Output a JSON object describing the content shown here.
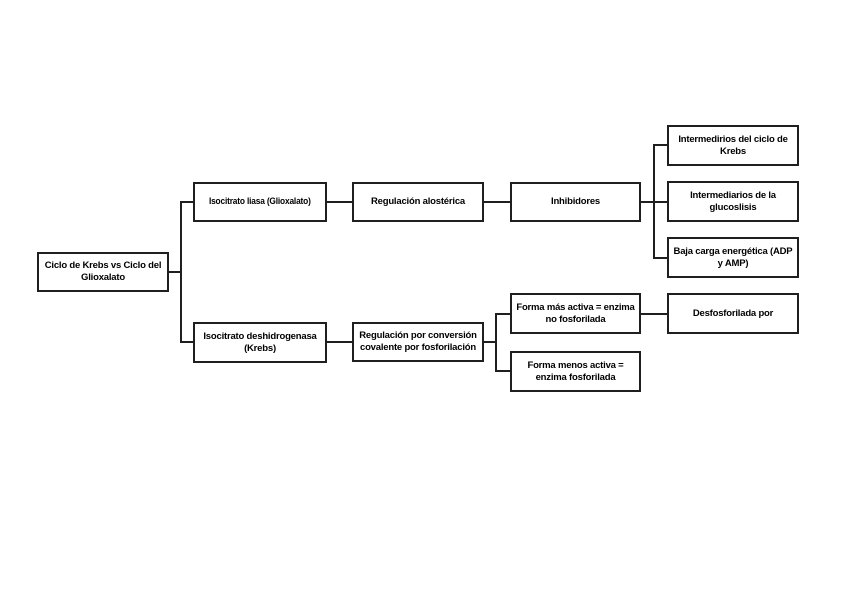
{
  "page": {
    "background_color": "#ffffff"
  },
  "diagram": {
    "type": "flowchart",
    "direction": "left-to-right",
    "colors": {
      "node_fill": "#ffffff",
      "node_border": "#1f1f1f",
      "text": "#000000",
      "connector": "#1f1f1f"
    },
    "nodes": {
      "root": {
        "label": "Ciclo de Krebs vs Ciclo del Glioxalato"
      },
      "isocitrato_liasa": {
        "label": "Isocitrato liasa (Glioxalato)"
      },
      "regulacion_alosterica": {
        "label": "Regulación alostérica"
      },
      "inhibidores": {
        "label": "Inhibidores"
      },
      "intermedirios_ciclo_krebs": {
        "label": "Intermedirios del ciclo de Krebs"
      },
      "intermediarios_glucoslisis": {
        "label": "Intermediarios de la glucoslisis"
      },
      "baja_carga_energetica": {
        "label": "Baja carga energética (ADP y AMP)"
      },
      "isocitrato_deshidrogenasa": {
        "label": "Isocitrato deshidrogenasa (Krebs)"
      },
      "regulacion_conversion_covalente": {
        "label": "Regulación por conversión covalente por fosforilación"
      },
      "forma_mas_activa": {
        "label": "Forma más activa = enzima no fosforilada"
      },
      "forma_menos_activa": {
        "label": "Forma menos activa = enzima fosforilada"
      },
      "desfosforilada_por": {
        "label": "Desfosforilada por"
      }
    },
    "edges": [
      {
        "from": "root",
        "to": "isocitrato_liasa"
      },
      {
        "from": "root",
        "to": "isocitrato_deshidrogenasa"
      },
      {
        "from": "isocitrato_liasa",
        "to": "regulacion_alosterica"
      },
      {
        "from": "regulacion_alosterica",
        "to": "inhibidores"
      },
      {
        "from": "inhibidores",
        "to": "intermedirios_ciclo_krebs"
      },
      {
        "from": "inhibidores",
        "to": "intermediarios_glucoslisis"
      },
      {
        "from": "inhibidores",
        "to": "baja_carga_energetica"
      },
      {
        "from": "isocitrato_deshidrogenasa",
        "to": "regulacion_conversion_covalente"
      },
      {
        "from": "regulacion_conversion_covalente",
        "to": "forma_mas_activa"
      },
      {
        "from": "regulacion_conversion_covalente",
        "to": "forma_menos_activa"
      },
      {
        "from": "forma_mas_activa",
        "to": "desfosforilada_por"
      }
    ]
  }
}
